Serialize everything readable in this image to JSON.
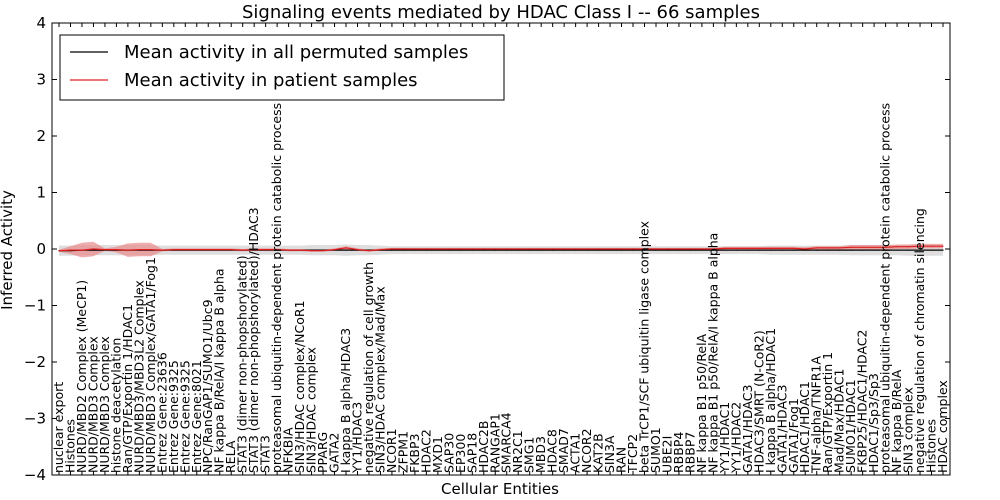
{
  "chart_data": {
    "type": "line",
    "title": "Signaling events mediated by HDAC Class I -- 66 samples",
    "xlabel": "Cellular Entities",
    "ylabel": "Inferred Activity",
    "ylim": [
      -4,
      4
    ],
    "yticks": [
      -4,
      -3,
      -2,
      -1,
      0,
      1,
      2,
      3,
      4
    ],
    "grid": false,
    "legend_position": "top-left",
    "categories": [
      "nuclear export",
      "Histones",
      "NURD/MBD2 Complex (MeCP1)",
      "NURD/MBD3 Complex",
      "NURD/MBD3 Complex",
      "histone deacetylation",
      "Ran/GTP/Exportin 1/HDAC1",
      "NURD/MBD3/MBD3L2 Complex",
      "NURD/MBD3 Complex/GATA1/Fog1",
      "Entrez Gene:23636",
      "Entrez Gene:9325",
      "Entrez Gene:9325",
      "Entrez Gene:8021",
      "NPC/RanGAP1/SUMO1/Ubc9",
      "NF kappa B/RelA/I kappa B alpha",
      "RELA",
      "STAT3 (dimer non-phopshorylated)",
      "STAT3 (dimer non-phopshorylated)/HDAC3",
      "STAT3",
      "proteasomal ubiquitin-dependent protein catabolic process",
      "NFKBIA",
      "SIN3/HDAC complex/NCoR1",
      "SIN3/HDAC complex",
      "PPARG",
      "GATA2",
      "I kappa B alpha/HDAC3",
      "YY1/HDAC3",
      "negative regulation of cell growth",
      "SIN3/HDAC complex/Mad/Max",
      "NCOR1",
      "ZFPM1",
      "FKBP3",
      "HDAC2",
      "MXD1",
      "SAP30",
      "EP300",
      "SAP18",
      "HDAC2B",
      "RANGAP1",
      "SMARCA4",
      "NR2C1",
      "SMG1",
      "MBD3",
      "HDAC8",
      "SMAD7",
      "ACTA1",
      "NCOR2",
      "KAT2B",
      "SIN3A",
      "RAN",
      "TFCP2",
      "beta TrCP1/SCF ubiquitin ligase complex",
      "SUMO1",
      "UBE2I",
      "RBBP4",
      "RBBP7",
      "NF kappa B1 p50/RelA",
      "NF kappa B1 p50/RelA/I kappa B alpha",
      "YY1/HDAC1",
      "YY1/HDAC2",
      "GATA1/HDAC3",
      "HDAC3/SMRT (N-CoR2)",
      "I kappa B alpha/HDAC1",
      "GATA1/HDAC3",
      "GATA1/Fog1",
      "HDAC1/HDAC1",
      "TNF-alpha/TNFR1A",
      "Ran/GTP/Exportin 1",
      "Mad/Max/HDAC1",
      "SUMO1/HDAC1",
      "FKBP25/HDAC1/HDAC2",
      "HDAC1/Sp3/Sp3",
      "proteasomal ubiquitin-dependent protein catabolic process",
      "NF kappa B/RelA",
      "SIN3 complex",
      "negative regulation of chromatin silencing",
      "Histones",
      "HDAC complex"
    ],
    "series": [
      {
        "name": "Mean activity in all permuted samples",
        "color": "#000000",
        "values": [
          -0.03,
          -0.03,
          -0.02,
          -0.02,
          -0.02,
          -0.02,
          -0.02,
          -0.02,
          -0.02,
          -0.02,
          -0.02,
          -0.02,
          -0.02,
          -0.02,
          -0.02,
          -0.02,
          -0.02,
          -0.02,
          -0.02,
          -0.02,
          -0.02,
          -0.02,
          -0.02,
          -0.02,
          -0.02,
          -0.02,
          -0.02,
          -0.02,
          -0.02,
          -0.02,
          -0.02,
          -0.02,
          -0.02,
          -0.02,
          -0.02,
          -0.02,
          -0.02,
          -0.02,
          -0.02,
          -0.02,
          -0.02,
          -0.02,
          -0.02,
          -0.02,
          -0.02,
          -0.02,
          -0.02,
          -0.02,
          -0.02,
          -0.02,
          -0.02,
          -0.02,
          -0.02,
          -0.02,
          -0.02,
          -0.02,
          -0.02,
          -0.02,
          -0.02,
          -0.02,
          -0.02,
          -0.02,
          -0.02,
          -0.02,
          -0.02,
          -0.02,
          -0.02,
          -0.02,
          -0.02,
          -0.02,
          -0.02,
          -0.02,
          -0.02,
          -0.02,
          -0.02,
          -0.02,
          -0.02,
          -0.02
        ]
      },
      {
        "name": "Mean activity in patient samples",
        "color": "#e02020",
        "values": [
          -0.03,
          -0.02,
          -0.02,
          0.0,
          -0.01,
          -0.01,
          -0.02,
          -0.01,
          -0.01,
          -0.02,
          -0.01,
          -0.01,
          -0.01,
          -0.01,
          -0.01,
          -0.01,
          -0.02,
          -0.01,
          -0.01,
          -0.01,
          -0.02,
          -0.02,
          -0.03,
          -0.03,
          -0.01,
          0.02,
          -0.01,
          -0.03,
          -0.01,
          0.0,
          0.0,
          0.0,
          0.0,
          0.0,
          0.0,
          0.0,
          0.0,
          0.0,
          0.0,
          0.0,
          0.0,
          0.0,
          0.0,
          0.0,
          0.0,
          0.0,
          0.0,
          0.0,
          0.0,
          0.0,
          0.0,
          0.0,
          0.0,
          0.0,
          0.0,
          0.0,
          0.0,
          0.0,
          0.01,
          0.01,
          0.01,
          0.01,
          0.01,
          0.01,
          0.01,
          0.0,
          0.02,
          0.02,
          0.02,
          0.03,
          0.03,
          0.03,
          0.03,
          0.04,
          0.04,
          0.05,
          0.05,
          0.05
        ]
      }
    ],
    "permuted_band_halfwidth": [
      0.09,
      0.09,
      0.09,
      0.09,
      0.09,
      0.09,
      0.09,
      0.09,
      0.09,
      0.08,
      0.08,
      0.08,
      0.08,
      0.08,
      0.08,
      0.08,
      0.08,
      0.08,
      0.08,
      0.08,
      0.08,
      0.08,
      0.09,
      0.09,
      0.09,
      0.1,
      0.09,
      0.09,
      0.08,
      0.07,
      0.07,
      0.07,
      0.07,
      0.07,
      0.07,
      0.07,
      0.07,
      0.07,
      0.07,
      0.07,
      0.07,
      0.07,
      0.07,
      0.07,
      0.07,
      0.07,
      0.07,
      0.07,
      0.07,
      0.07,
      0.07,
      0.07,
      0.07,
      0.07,
      0.07,
      0.07,
      0.07,
      0.07,
      0.07,
      0.07,
      0.07,
      0.07,
      0.08,
      0.08,
      0.08,
      0.08,
      0.08,
      0.08,
      0.08,
      0.09,
      0.09,
      0.09,
      0.09,
      0.09,
      0.1,
      0.1,
      0.1,
      0.1
    ],
    "patient_band_halfwidth": [
      0.02,
      0.07,
      0.13,
      0.13,
      0.02,
      0.05,
      0.12,
      0.12,
      0.12,
      0.02,
      0.02,
      0.02,
      0.02,
      0.02,
      0.02,
      0.02,
      0.02,
      0.02,
      0.02,
      0.02,
      0.02,
      0.02,
      0.02,
      0.02,
      0.02,
      0.03,
      0.02,
      0.02,
      0.02,
      0.02,
      0.02,
      0.02,
      0.02,
      0.02,
      0.02,
      0.02,
      0.02,
      0.02,
      0.02,
      0.02,
      0.02,
      0.02,
      0.02,
      0.02,
      0.02,
      0.02,
      0.02,
      0.02,
      0.02,
      0.02,
      0.02,
      0.02,
      0.02,
      0.02,
      0.02,
      0.02,
      0.02,
      0.02,
      0.03,
      0.03,
      0.03,
      0.03,
      0.03,
      0.03,
      0.03,
      0.03,
      0.03,
      0.03,
      0.03,
      0.04,
      0.04,
      0.04,
      0.04,
      0.04,
      0.04,
      0.04,
      0.04,
      0.04
    ],
    "band_colors": {
      "permuted": "#c8c8c8",
      "patient": "#e88a8a"
    }
  }
}
